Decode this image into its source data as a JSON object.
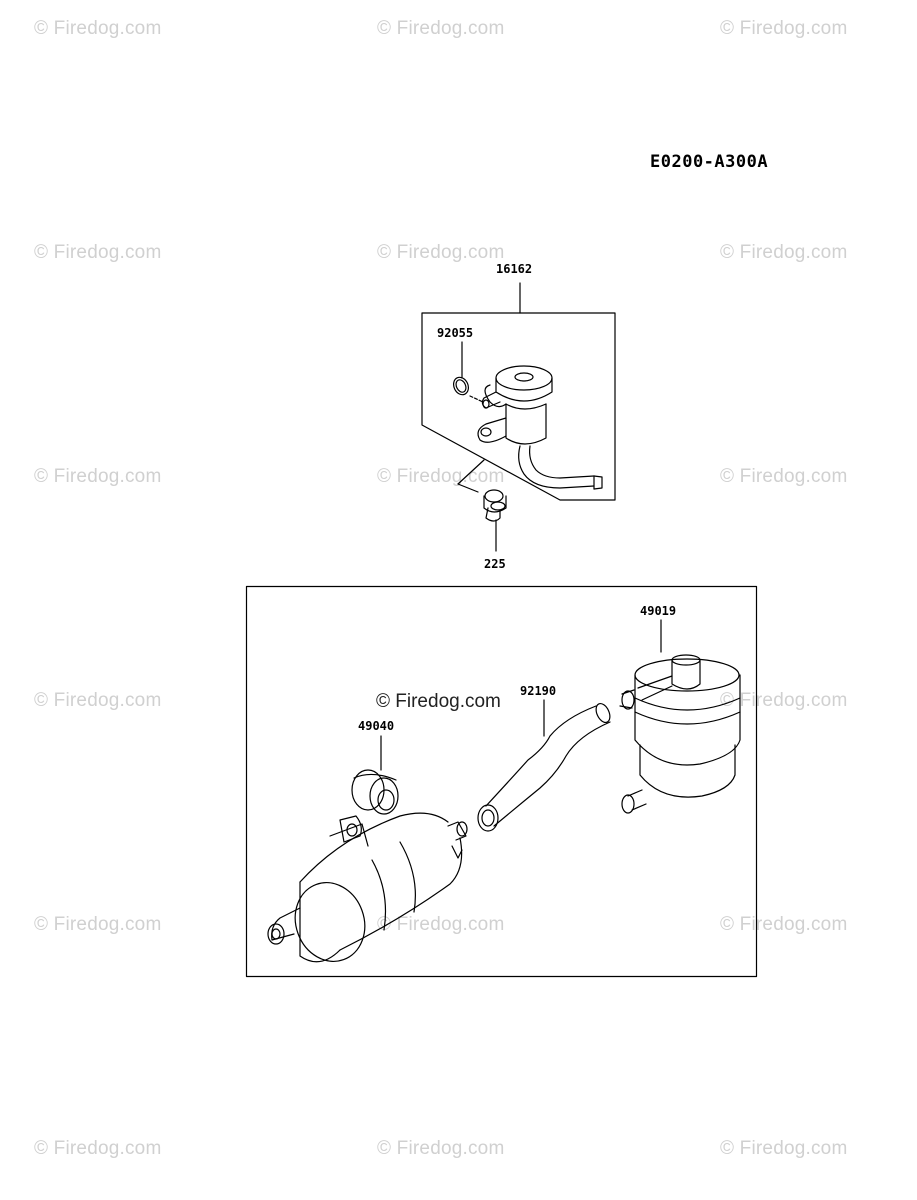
{
  "watermark": "© Firedog.com",
  "diagram_code": "E0200-A300A",
  "parts": {
    "p16162": "16162",
    "p92055": "92055",
    "p225": "225",
    "p49019": "49019",
    "p92190": "92190",
    "p49040": "49040"
  },
  "colors": {
    "line": "#000000",
    "watermark": "#d0d0d0",
    "background": "#ffffff"
  }
}
